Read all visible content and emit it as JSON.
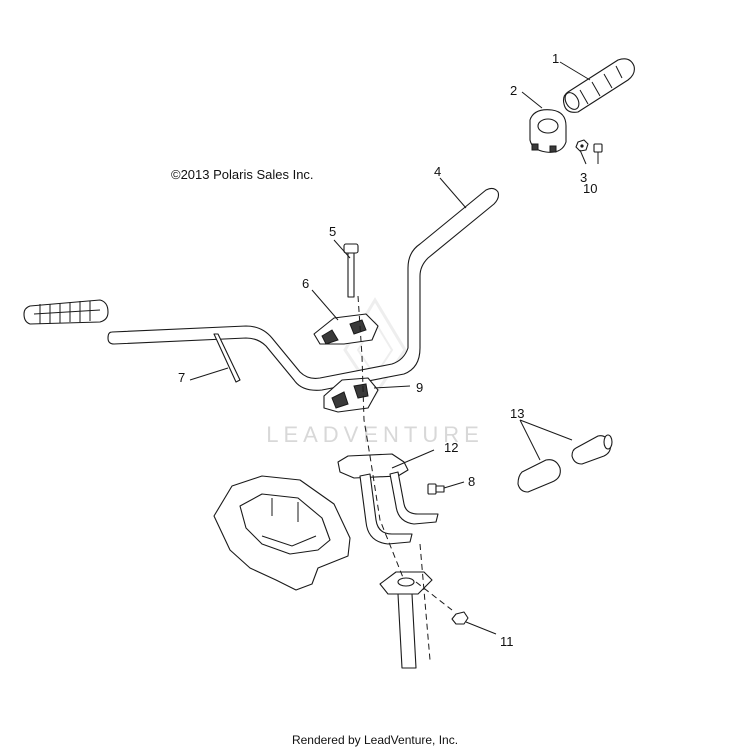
{
  "copyright": "©2013 Polaris Sales Inc.",
  "footer": "Rendered by LeadVenture, Inc.",
  "watermark": "LEADVENTURE",
  "callouts": [
    "1",
    "2",
    "3",
    "4",
    "5",
    "6",
    "7",
    "8",
    "9",
    "10",
    "11",
    "12",
    "13"
  ],
  "colors": {
    "line": "#1a1a1a",
    "watermark": "#d8d8d8",
    "background": "#ffffff"
  }
}
